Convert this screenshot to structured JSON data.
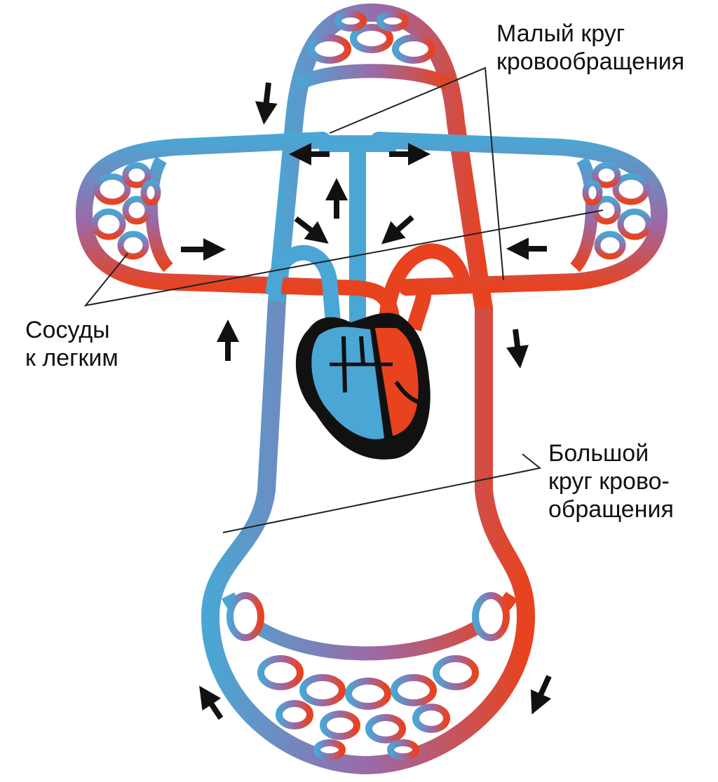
{
  "labels": {
    "pulmonary_circulation": {
      "line1": "Малый круг",
      "line2": "кровообращения"
    },
    "vessels_to_lungs": {
      "line1": "Сосуды",
      "line2": "к легким"
    },
    "systemic_circulation": {
      "line1": "Большой",
      "line2": "круг крово-",
      "line3": "обращения"
    }
  },
  "colors": {
    "venous_blood": "#4aa6d4",
    "arterial_blood": "#e8421e",
    "capillary": "#9a6aa8",
    "heart_outline": "#111111",
    "arrow": "#111111",
    "leader_line": "#222222"
  },
  "icons": {
    "flow_arrow": "arrow-icon",
    "heart": "heart-icon"
  }
}
